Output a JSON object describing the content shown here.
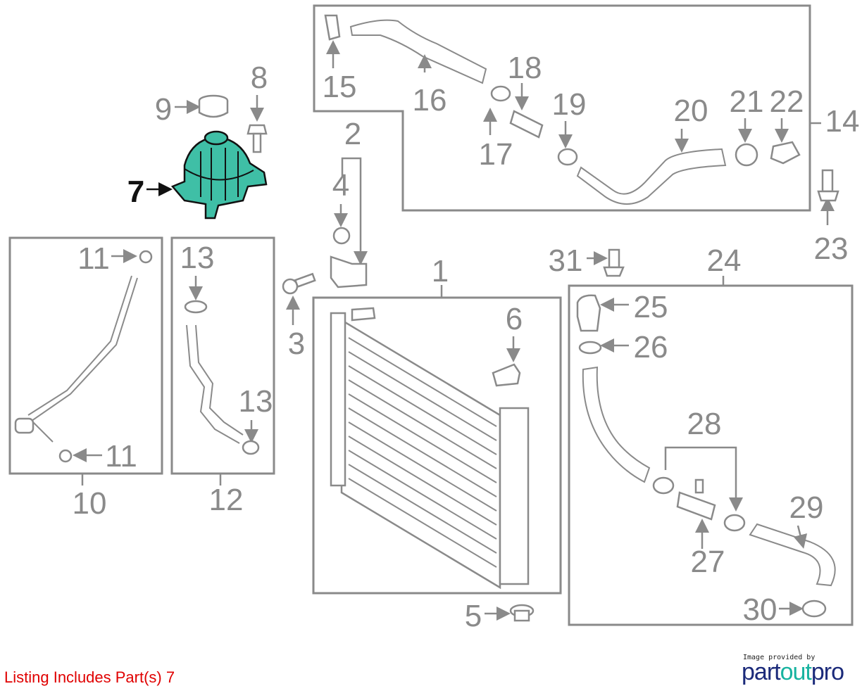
{
  "callouts": [
    "15",
    "16",
    "17",
    "18",
    "19",
    "20",
    "21",
    "22",
    "14",
    "23",
    "9",
    "8",
    "7",
    "2",
    "4",
    "3",
    "11",
    "11",
    "13",
    "13",
    "10",
    "12",
    "1",
    "6",
    "5",
    "31",
    "24",
    "25",
    "26",
    "28",
    "29",
    "27",
    "30"
  ],
  "highlighted_part": "7",
  "colors": {
    "highlight": "#3fbfa6",
    "lines": "#8a8a8a",
    "listing": "#e00000"
  },
  "listing_text": "Listing Includes Part(s) 7",
  "credit": {
    "caption": "Image provided by",
    "logo_part1": "part",
    "logo_part2": "out",
    "logo_part3": "pro"
  }
}
